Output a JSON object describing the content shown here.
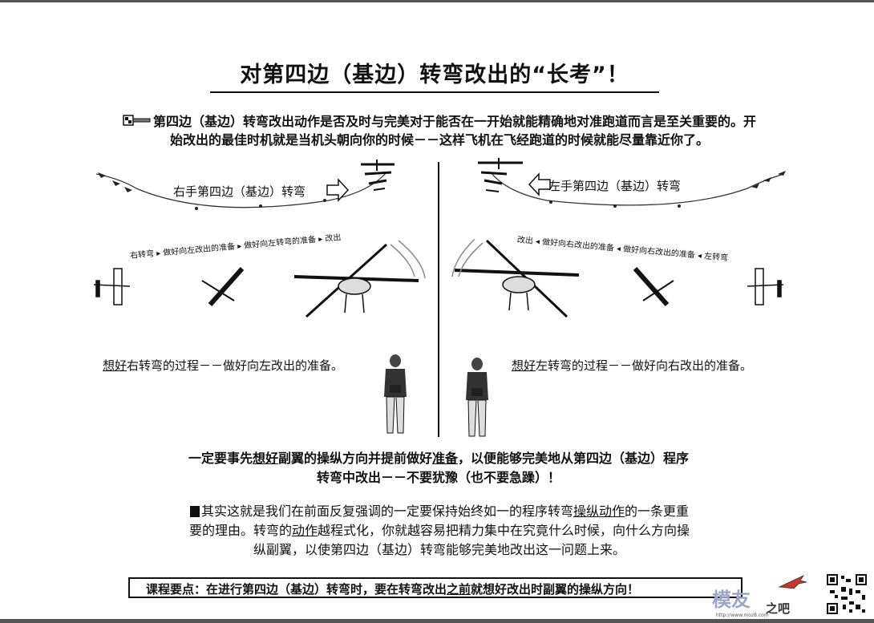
{
  "title": "对第四边（基边）转弯改出的“长考”！",
  "intro": {
    "line1": "第四边（基边）转弯改出动作是否及时与完美对于能否在一开始就能精确地对准跑道而言是至关重要的。开",
    "line2": "始改出的最佳时机就是当机头朝向你的时候－－这样飞机在飞经跑道的时候就能尽量靠近你了。"
  },
  "right_panel": {
    "turn_label": "右手第四边（基边）转弯",
    "steps": [
      "右转弯",
      "做好向左改出的准备",
      "做好向左转弯的准备",
      "改出"
    ],
    "think_prefix": "想好",
    "think_rest": "右转弯的过程－－做好向左改出的准备。"
  },
  "left_panel": {
    "turn_label": "左手第四边（基边）转弯",
    "steps": [
      "改出",
      "做好向右改出的准备",
      "做好向右改出的准备",
      "左转弯"
    ],
    "think_prefix": "想好",
    "think_rest": "左转弯的过程－－做好向右改出的准备。"
  },
  "warning": {
    "line1_a": "一定要事先",
    "line1_b": "想好",
    "line1_c": "副翼的操纵方向并提前做好",
    "line1_d": "准备",
    "line1_e": "，以便能够完美地从第四边（基边）程序",
    "line2": "转弯中改出－－不要犹豫（也不要急躁）！"
  },
  "paragraph": {
    "l1_a": "其实这就是我们在前面反复强调的一定要保持始终如一的程序转弯",
    "l1_b": "操纵动作",
    "l1_c": "的一条更重",
    "l2_a": "要的理由。转弯的",
    "l2_b": "动作",
    "l2_c": "越程式化，你就越容易把精力集中在究竟什么时候，向什么方向操",
    "l3": "纵副翼，以使第四边（基边）转弯能够完美地改出这一问题上来。"
  },
  "key_point": {
    "a": "课程要点：在进行第四边（基边）转弯时，要在转弯改出",
    "b": "之前",
    "c": "就想好改出时副翼的操纵方向！"
  },
  "watermark": {
    "logo_a": "模友",
    "logo_b": "之吧",
    "url": "http://www.moz8.com"
  },
  "icons": [
    "key-icon",
    "flag-icon",
    "airplane-icon",
    "pilot-icon",
    "arrow-icon",
    "qr-code-icon"
  ]
}
